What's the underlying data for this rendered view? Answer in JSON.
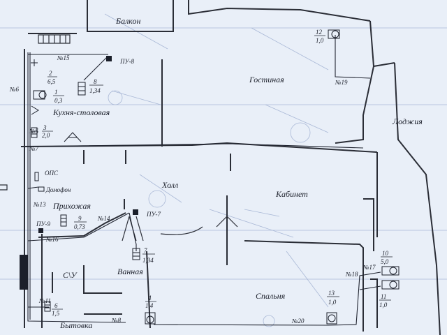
{
  "rooms": {
    "balcony": "Балкон",
    "living": "Гостиная",
    "kitchen": "Кухня-столовая",
    "loggia": "Лоджия",
    "hall": "Холл",
    "office": "Кабинет",
    "entry": "Прихожая",
    "bathroom": "Ванная",
    "wc": "С\\У",
    "bedroom": "Спальня",
    "utility": "Бытовка"
  },
  "panels": {
    "pu8": "ПУ-8",
    "pu7": "ПУ-7",
    "pu9": "ПУ-9"
  },
  "devices": {
    "ops": "ОПС",
    "intercom": "Домофон"
  },
  "cables": {
    "n15": "№15",
    "n6": "№6",
    "n5": "№5",
    "n7": "№7",
    "n13": "№13",
    "n14": "№14",
    "n16": "№16",
    "n11": "№11",
    "n8": "№8",
    "n19": "№19",
    "n17": "№17",
    "n18": "№18",
    "n20": "№20"
  },
  "loads": [
    {
      "id": "l1",
      "num": "1",
      "val": "0,3"
    },
    {
      "id": "l2",
      "num": "2",
      "val": "6,5"
    },
    {
      "id": "l3",
      "num": "3",
      "val": "2,0"
    },
    {
      "id": "l4",
      "num": "4",
      "val": "1,4"
    },
    {
      "id": "l6",
      "num": "6",
      "val": "1,5"
    },
    {
      "id": "l7",
      "num": "7",
      "val": "1,34"
    },
    {
      "id": "l8",
      "num": "8",
      "val": "1,34"
    },
    {
      "id": "l9",
      "num": "9",
      "val": "0,73"
    },
    {
      "id": "l10",
      "num": "10",
      "val": "5,0"
    },
    {
      "id": "l11",
      "num": "11",
      "val": "1,0"
    },
    {
      "id": "l12",
      "num": "12",
      "val": "1,0"
    },
    {
      "id": "l13",
      "num": "13",
      "val": "1,0"
    }
  ],
  "colors": {
    "paper": "#e9eff8",
    "ink": "#202430",
    "faint_lines": "#a9b8d6"
  }
}
